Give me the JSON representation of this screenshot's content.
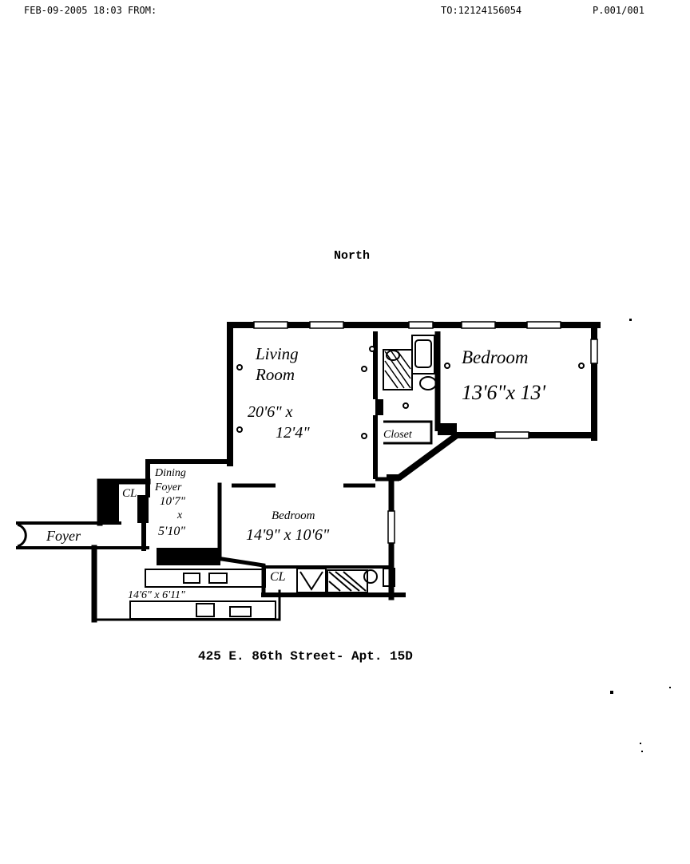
{
  "fax_header": {
    "left": "FEB-09-2005 18:03 FROM:",
    "to": "TO:12124156054",
    "page": "P.001/001"
  },
  "north_label": "North",
  "rooms": {
    "living": {
      "name_line1": "Living",
      "name_line2": "Room",
      "dim_line1": "20'6\" x",
      "dim_line2": "12'4\""
    },
    "bedroom1": {
      "name": "Bedroom",
      "dims": "13'6\"x 13'"
    },
    "closet": {
      "name": "Closet"
    },
    "dining": {
      "line1": "Dining",
      "line2": "Foyer",
      "line3": "10'7\"",
      "line4": "x",
      "line5": "5'10\""
    },
    "cl_a": "CL",
    "cl_b": "CL",
    "foyer": {
      "name": "Foyer"
    },
    "bedroom2": {
      "name": "Bedroom",
      "dims": "14'9\" x 10'6\""
    },
    "cl_c": "CL",
    "kitchen": {
      "dims": "14'6\" x 6'11\""
    }
  },
  "address": "425 E. 86th Street- Apt. 15D"
}
